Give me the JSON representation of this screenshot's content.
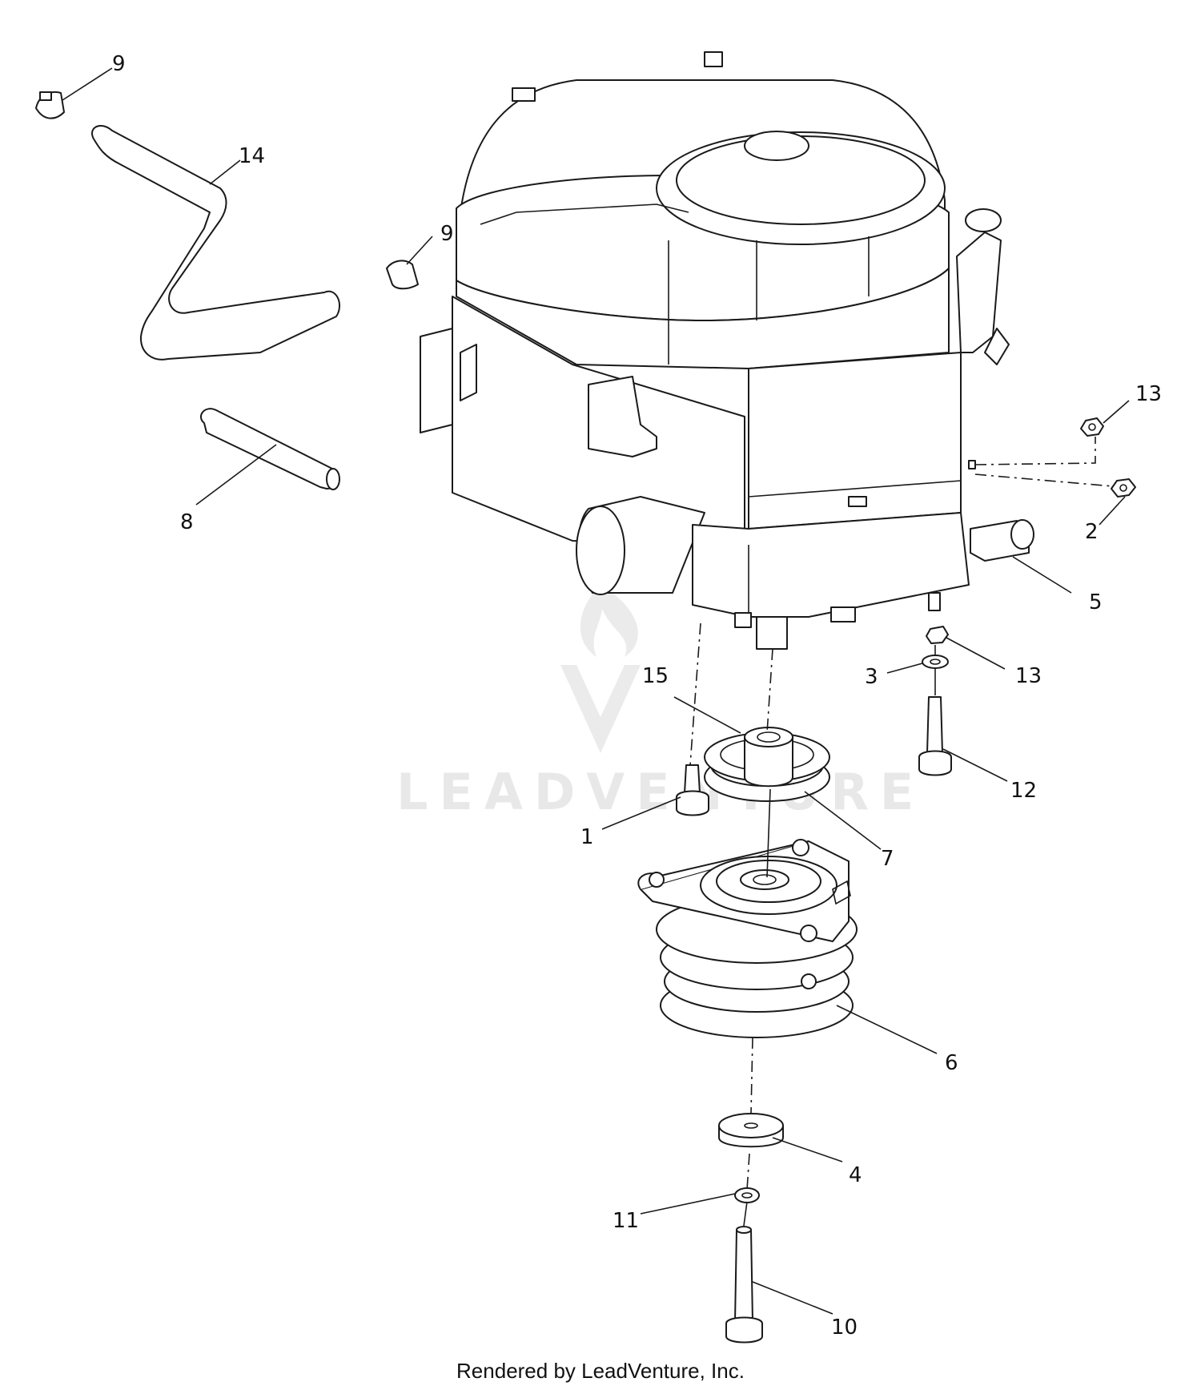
{
  "diagram": {
    "callouts": [
      {
        "id": "c9a",
        "text": "9"
      },
      {
        "id": "c14",
        "text": "14"
      },
      {
        "id": "c9b",
        "text": "9"
      },
      {
        "id": "c8",
        "text": "8"
      },
      {
        "id": "c13a",
        "text": "13"
      },
      {
        "id": "c2",
        "text": "2"
      },
      {
        "id": "c5",
        "text": "5"
      },
      {
        "id": "c15",
        "text": "15"
      },
      {
        "id": "c13b",
        "text": "13"
      },
      {
        "id": "c3",
        "text": "3"
      },
      {
        "id": "c12",
        "text": "12"
      },
      {
        "id": "c1",
        "text": "1"
      },
      {
        "id": "c7",
        "text": "7"
      },
      {
        "id": "c6",
        "text": "6"
      },
      {
        "id": "c4",
        "text": "4"
      },
      {
        "id": "c11",
        "text": "11"
      },
      {
        "id": "c10",
        "text": "10"
      }
    ],
    "watermark": "LEADVENTURE",
    "footer": "Rendered by LeadVenture, Inc."
  }
}
